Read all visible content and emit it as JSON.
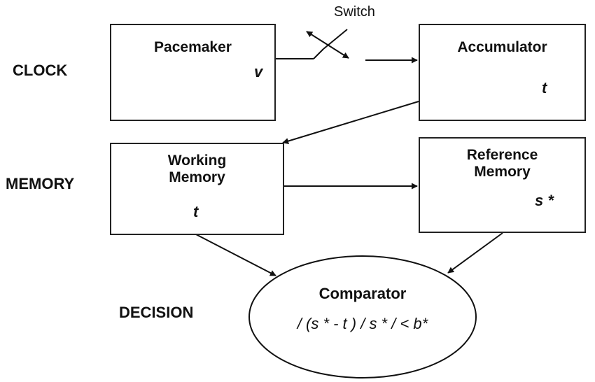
{
  "labels": {
    "switch": "Switch",
    "clock": "CLOCK",
    "memory": "MEMORY",
    "decision": "DECISION"
  },
  "pacemaker": {
    "title": "Pacemaker",
    "symbol": "v"
  },
  "accumulator": {
    "title": "Accumulator",
    "symbol": "t"
  },
  "working_memory": {
    "title_line1": "Working",
    "title_line2": "Memory",
    "symbol": "t"
  },
  "reference_memory": {
    "title_line1": "Reference",
    "title_line2": "Memory",
    "symbol": "s *"
  },
  "comparator": {
    "title": "Comparator",
    "formula": "/ (s * - t ) / s * / < b*"
  }
}
